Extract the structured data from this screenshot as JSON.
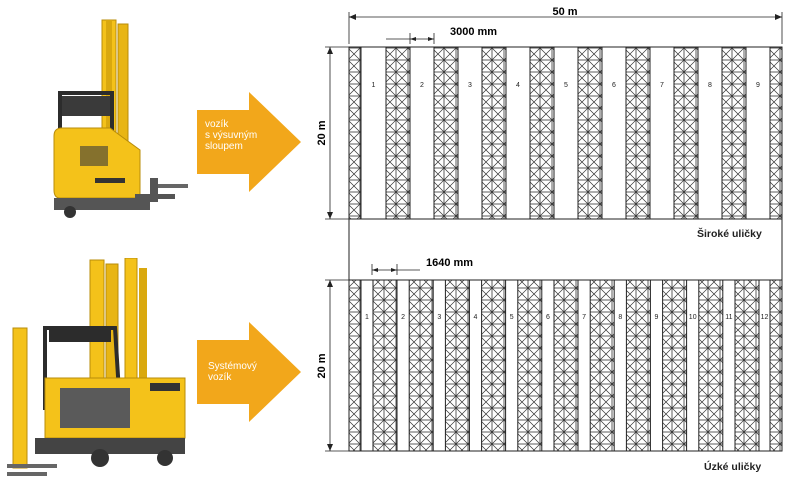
{
  "top_section": {
    "arrow_lines": [
      "vozík",
      "s výsuvným",
      "sloupem"
    ],
    "width_label": "50 m",
    "aisle_label": "3000 mm",
    "height_label": "20 m",
    "aisles": [
      "1",
      "2",
      "3",
      "4",
      "5",
      "6",
      "7",
      "8",
      "9"
    ],
    "caption": "Široké uličky"
  },
  "bottom_section": {
    "arrow_lines": [
      "Systémový",
      "vozík"
    ],
    "aisle_label": "1640 mm",
    "height_label": "20 m",
    "aisles": [
      "1",
      "2",
      "3",
      "4",
      "5",
      "6",
      "7",
      "8",
      "9",
      "10",
      "11",
      "12"
    ],
    "caption": "Úzké uličky"
  },
  "colors": {
    "arrow": "#f2a71b",
    "forklift_yellow": "#f4c21a",
    "rack_line": "#333333"
  }
}
